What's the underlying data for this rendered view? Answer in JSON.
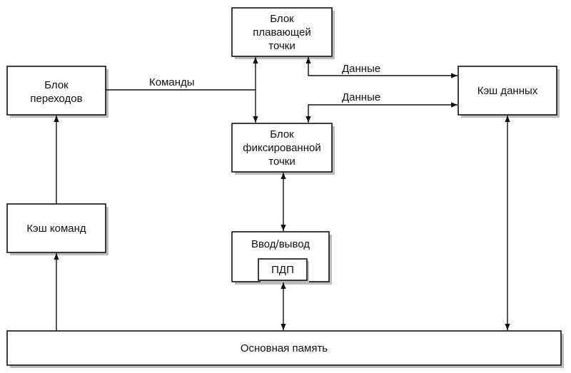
{
  "blocks": {
    "fpu": {
      "line1": "Блок",
      "line2": "плавающей",
      "line3": "точки"
    },
    "branch": {
      "line1": "Блок",
      "line2": "переходов"
    },
    "dcache": {
      "label": "Кэш данных"
    },
    "ipu": {
      "line1": "Блок",
      "line2": "фиксированной",
      "line3": "точки"
    },
    "icache": {
      "label": "Кэш команд"
    },
    "io": {
      "label": "Ввод/вывод"
    },
    "dma": {
      "label": "ПДП"
    },
    "memory": {
      "label": "Основная память"
    }
  },
  "connections": {
    "commands": "Команды",
    "data_fpu": "Данные",
    "data_ipu": "Данные"
  }
}
